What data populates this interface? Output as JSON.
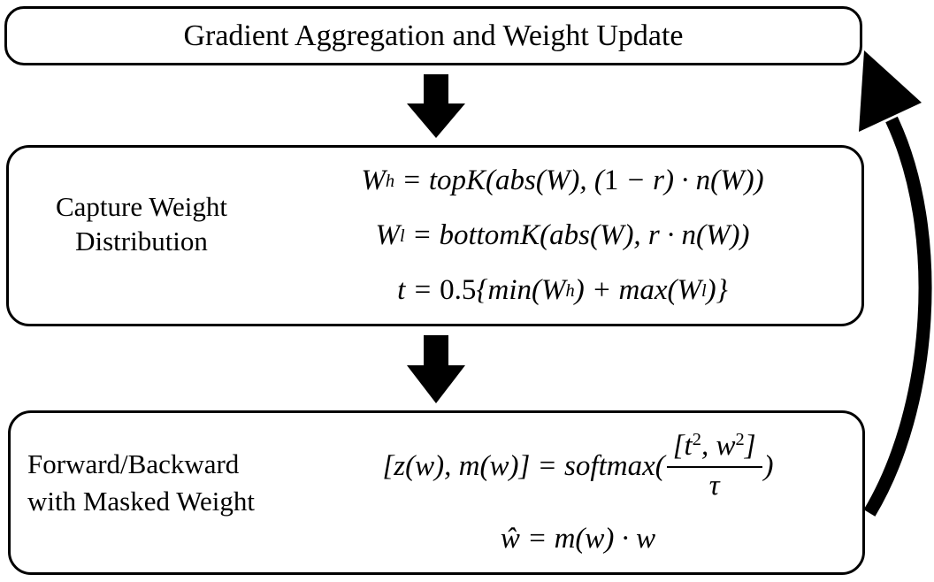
{
  "diagram": {
    "colors": {
      "stroke": "#000000",
      "background": "#ffffff"
    },
    "top_box": {
      "title": "Gradient Aggregation and Weight Update"
    },
    "middle_box": {
      "label": "Capture Weight\nDistribution",
      "formulas": [
        "W_{h} = topK(abs(W), (1 − r) · n(W))",
        "W_{l} = bottomK(abs(W), r · n(W))",
        "t = 0.5\\{min(W_{h}) + max(W_{l})\\}"
      ]
    },
    "bottom_box": {
      "label": "Forward/Backward\nwith Masked Weight",
      "formulas": [
        "[z(w), m(w)] = softmax(\\frac{[t^{2}, w^{2}]}{τ})",
        "ŵ = m(w) · w"
      ]
    },
    "arrows": {
      "top_to_middle": "down-arrow",
      "middle_to_bottom": "down-arrow",
      "bottom_to_top": "curved-feedback-arrow"
    }
  }
}
